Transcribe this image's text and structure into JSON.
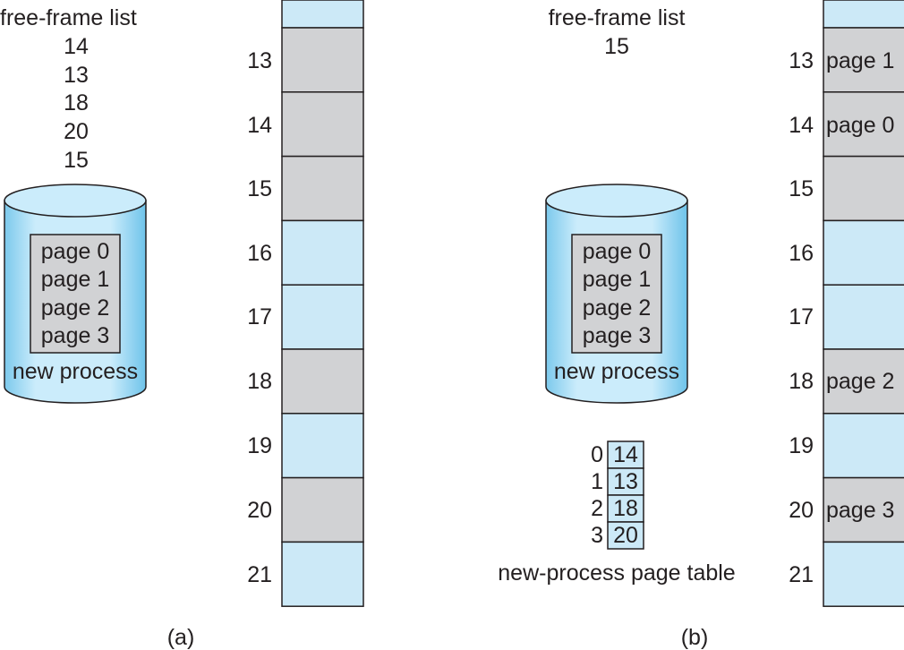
{
  "panel_a": {
    "free_frame_title": "free-frame list",
    "free_frames": [
      "14",
      "13",
      "18",
      "20",
      "15"
    ],
    "disk": {
      "pages": [
        "page 0",
        "page 1",
        "page 2",
        "page 3"
      ],
      "label": "new process"
    },
    "frame_numbers": [
      "13",
      "14",
      "15",
      "16",
      "17",
      "18",
      "19",
      "20",
      "21"
    ],
    "frame_states": [
      "used",
      "used",
      "used",
      "free",
      "free",
      "used",
      "free",
      "used",
      "free"
    ],
    "caption": "(a)"
  },
  "panel_b": {
    "free_frame_title": "free-frame list",
    "free_frames": [
      "15"
    ],
    "disk": {
      "pages": [
        "page 0",
        "page 1",
        "page 2",
        "page 3"
      ],
      "label": "new process"
    },
    "page_table": {
      "rows": [
        {
          "index": "0",
          "frame": "14"
        },
        {
          "index": "1",
          "frame": "13"
        },
        {
          "index": "2",
          "frame": "18"
        },
        {
          "index": "3",
          "frame": "20"
        }
      ],
      "label": "new-process page table"
    },
    "frame_numbers": [
      "13",
      "14",
      "15",
      "16",
      "17",
      "18",
      "19",
      "20",
      "21"
    ],
    "frame_states": [
      "used",
      "used",
      "used",
      "free",
      "free",
      "used",
      "free",
      "used",
      "free"
    ],
    "frame_contents": [
      "page 1",
      "page 0",
      "",
      "",
      "",
      "page 2",
      "",
      "page 3",
      ""
    ],
    "caption": "(b)"
  },
  "colors": {
    "free_frame": "#cce9f7",
    "used_frame": "#d1d2d4",
    "line": "#231f20",
    "cylinder_light": "#cfeefb",
    "cylinder_dark": "#8ad0ef",
    "page_table_cell": "#cce9f7"
  }
}
